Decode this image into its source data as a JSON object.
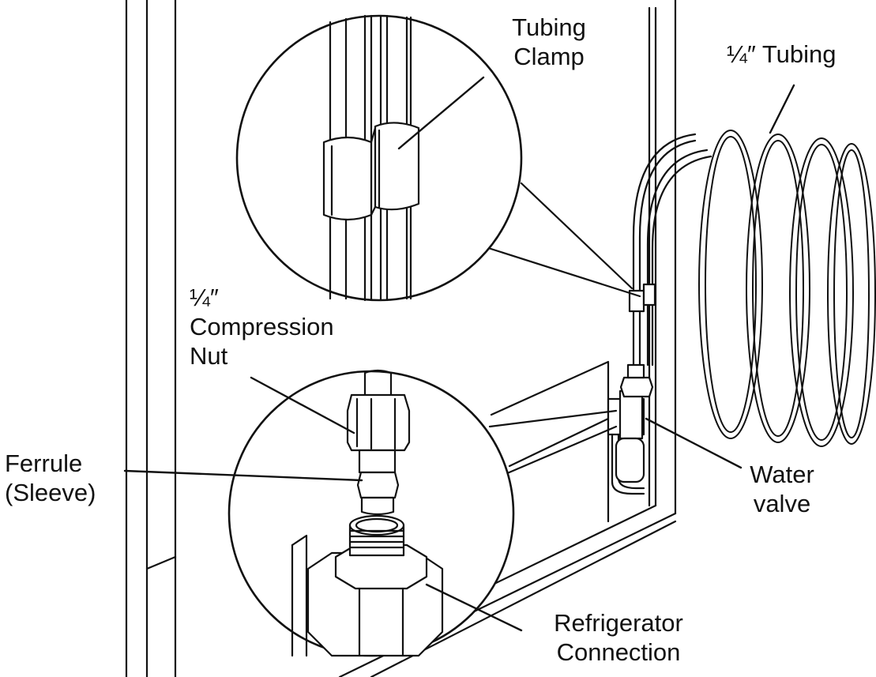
{
  "labels": {
    "tubing_clamp": {
      "line1": "Tubing",
      "line2": "Clamp"
    },
    "tubing_quarter": {
      "fraction": "¼″",
      "text": "Tubing"
    },
    "compression_nut": {
      "fraction": "¼″",
      "line1": "Compression",
      "line2": "Nut"
    },
    "ferrule": {
      "line1": "Ferrule",
      "line2": "(Sleeve)"
    },
    "water_valve": {
      "line1": "Water",
      "line2": "valve"
    },
    "refrigerator_connection": {
      "line1": "Refrigerator",
      "line2": "Connection"
    }
  },
  "colors": {
    "line": "#111111",
    "background": "#ffffff",
    "shade": "#d8d8d8"
  }
}
